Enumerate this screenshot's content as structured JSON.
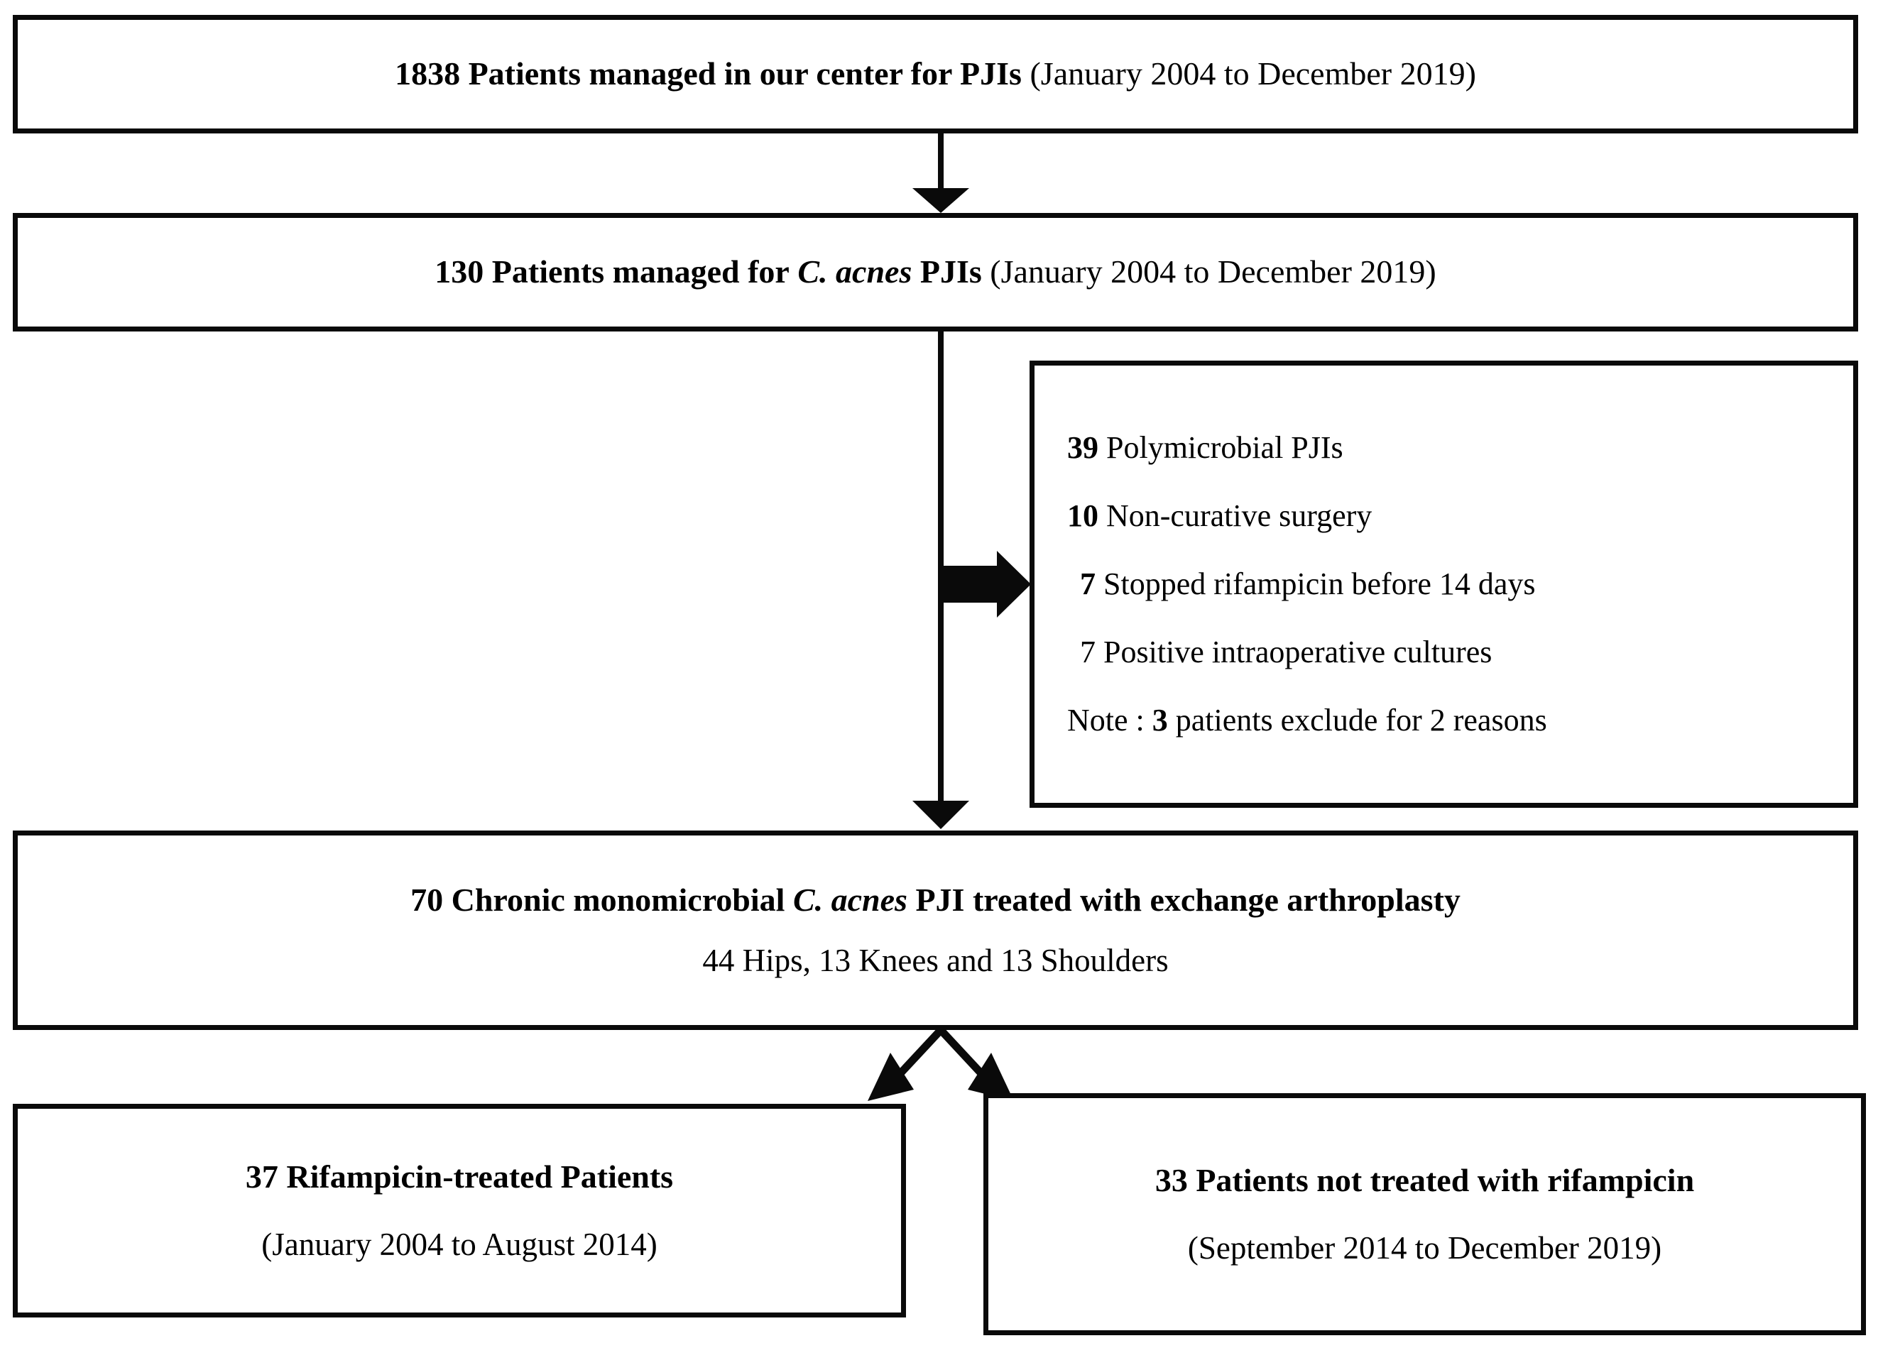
{
  "figure": {
    "type": "flowchart",
    "orientation": "top-down",
    "boxes": {
      "total": {
        "count": "1838",
        "label": "Patients managed in our center for PJIs",
        "period": "(January 2004 to December 2019)"
      },
      "cacnes": {
        "count": "130",
        "label_before": "Patients managed for",
        "organism": "C. acnes",
        "label_after": "PJIs",
        "period": "(January 2004 to December 2019)"
      },
      "exclusions": {
        "items": [
          {
            "count": "39",
            "count_bold": true,
            "indent": false,
            "text": "Polymicrobial PJIs"
          },
          {
            "count": "10",
            "count_bold": true,
            "indent": false,
            "text": "Non-curative surgery"
          },
          {
            "count": "7",
            "count_bold": true,
            "indent": true,
            "text": "Stopped rifampicin before 14 days"
          },
          {
            "count": "7",
            "count_bold": false,
            "indent": true,
            "text": "Positive intraoperative cultures"
          }
        ],
        "note_prefix": "Note : ",
        "note_count": "3",
        "note_suffix": " patients exclude for 2 reasons"
      },
      "chronic": {
        "count": "70",
        "label_before": "Chronic monomicrobial",
        "organism": "C. acnes",
        "label_after": "PJI treated with exchange arthroplasty",
        "breakdown": "44 Hips, 13 Knees and 13 Shoulders"
      },
      "rifampicin_treated": {
        "count": "37",
        "label": "Rifampicin-treated Patients",
        "period": "(January 2004 to August 2014)"
      },
      "rifampicin_not_treated": {
        "count": "33",
        "label": "Patients not treated with rifampicin",
        "period": "(September 2014 to December 2019)"
      }
    },
    "connectors": [
      {
        "name": "total-to-cacnes",
        "style": "thin-arrow-down"
      },
      {
        "name": "cacnes-to-chronic",
        "style": "thin-arrow-down"
      },
      {
        "name": "cacnes-to-exclusions",
        "style": "block-arrow-right"
      },
      {
        "name": "chronic-to-rif",
        "style": "thin-arrow-diagonal-left"
      },
      {
        "name": "chronic-to-norif",
        "style": "thin-arrow-diagonal-right"
      }
    ],
    "colors": {
      "stroke": "#0a0a0a",
      "fill": "#ffffff",
      "text": "#000000"
    }
  }
}
